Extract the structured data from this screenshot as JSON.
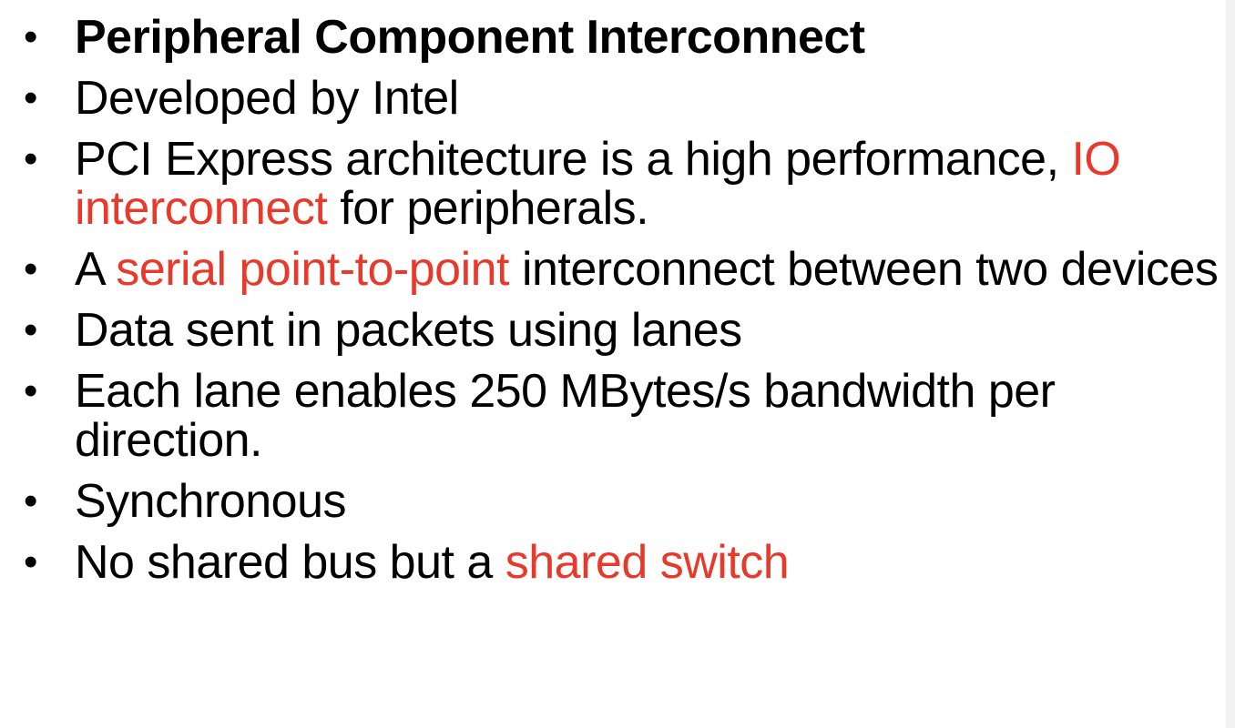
{
  "colors": {
    "text": "#000000",
    "highlight": "#e8392b",
    "background": "#ffffff"
  },
  "bullets": [
    {
      "parts": [
        {
          "text": "Peripheral Component Interconnect",
          "style": "bold"
        }
      ]
    },
    {
      "parts": [
        {
          "text": "Developed by Intel",
          "style": "normal"
        }
      ]
    },
    {
      "parts": [
        {
          "text": "PCI Express architecture is a high performance, ",
          "style": "normal"
        },
        {
          "text": "IO interconnect",
          "style": "highlight"
        },
        {
          "text": " for peripherals.",
          "style": "normal"
        }
      ]
    },
    {
      "parts": [
        {
          "text": "A ",
          "style": "normal"
        },
        {
          "text": "serial point-to-point",
          "style": "highlight"
        },
        {
          "text": " interconnect between two devices",
          "style": "normal"
        }
      ]
    },
    {
      "parts": [
        {
          "text": "Data sent in packets using lanes",
          "style": "normal"
        }
      ]
    },
    {
      "parts": [
        {
          "text": "Each lane enables 250 MBytes/s bandwidth per direction.",
          "style": "normal"
        }
      ]
    },
    {
      "parts": [
        {
          "text": "Synchronous",
          "style": "normal"
        }
      ]
    },
    {
      "parts": [
        {
          "text": "No shared bus but a ",
          "style": "normal"
        },
        {
          "text": "shared switch",
          "style": "highlight"
        }
      ]
    }
  ]
}
